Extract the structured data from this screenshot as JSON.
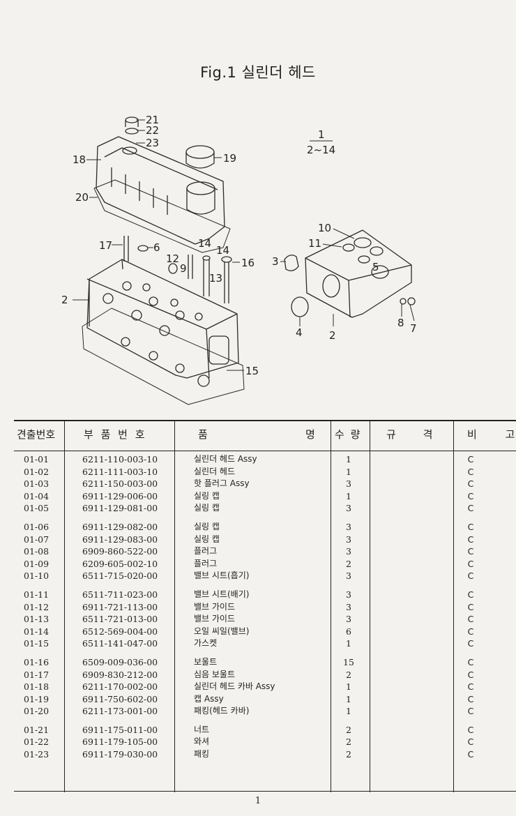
{
  "title": "Fig.1 실린더 헤드",
  "diagram": {
    "callouts": [
      "21",
      "22",
      "23",
      "18",
      "19",
      "20",
      "17",
      "6",
      "14",
      "14",
      "12",
      "9",
      "16",
      "13",
      "2",
      "15",
      "10",
      "11",
      "3",
      "5",
      "8",
      "7",
      "4",
      "2"
    ],
    "ratio_top": "1",
    "ratio_bottom": "2~14"
  },
  "table": {
    "headers": {
      "no": "견출번호",
      "part": "부 품 번 호",
      "name_left": "품",
      "name_right": "명",
      "qty": "수 량",
      "spec": "규 격",
      "note": "비 고"
    },
    "groups": [
      [
        {
          "no": "01-01",
          "part": "6211-110-003-10",
          "name": "실린더 헤드 Assy",
          "qty": "1",
          "note": "C"
        },
        {
          "no": "01-02",
          "part": "6211-111-003-10",
          "name": "실린더 헤드",
          "qty": "1",
          "note": "C"
        },
        {
          "no": "01-03",
          "part": "6211-150-003-00",
          "name": "핫 플러그 Assy",
          "qty": "3",
          "note": "C"
        },
        {
          "no": "01-04",
          "part": "6911-129-006-00",
          "name": "실링 캡",
          "qty": "1",
          "note": "C"
        },
        {
          "no": "01-05",
          "part": "6911-129-081-00",
          "name": "실링 캡",
          "qty": "3",
          "note": "C"
        }
      ],
      [
        {
          "no": "01-06",
          "part": "6911-129-082-00",
          "name": "실링 캡",
          "qty": "3",
          "note": "C"
        },
        {
          "no": "01-07",
          "part": "6911-129-083-00",
          "name": "실링 캡",
          "qty": "3",
          "note": "C"
        },
        {
          "no": "01-08",
          "part": "6909-860-522-00",
          "name": "플러그",
          "qty": "3",
          "note": "C"
        },
        {
          "no": "01-09",
          "part": "6209-605-002-10",
          "name": "플러그",
          "qty": "2",
          "note": "C"
        },
        {
          "no": "01-10",
          "part": "6511-715-020-00",
          "name": "밸브 시트(흡기)",
          "qty": "3",
          "note": "C"
        }
      ],
      [
        {
          "no": "01-11",
          "part": "6511-711-023-00",
          "name": "밸브 시트(배기)",
          "qty": "3",
          "note": "C"
        },
        {
          "no": "01-12",
          "part": "6911-721-113-00",
          "name": "밸브 가이드",
          "qty": "3",
          "note": "C"
        },
        {
          "no": "01-13",
          "part": "6511-721-013-00",
          "name": "밸브 가이드",
          "qty": "3",
          "note": "C"
        },
        {
          "no": "01-14",
          "part": "6512-569-004-00",
          "name": "오일 씨일(밸브)",
          "qty": "6",
          "note": "C"
        },
        {
          "no": "01-15",
          "part": "6511-141-047-00",
          "name": "가스켓",
          "qty": "1",
          "note": "C"
        }
      ],
      [
        {
          "no": "01-16",
          "part": "6509-009-036-00",
          "name": "보울트",
          "qty": "15",
          "note": "C"
        },
        {
          "no": "01-17",
          "part": "6909-830-212-00",
          "name": "심음 보울트",
          "qty": "2",
          "note": "C"
        },
        {
          "no": "01-18",
          "part": "6211-170-002-00",
          "name": "실린더 헤드 카바 Assy",
          "qty": "1",
          "note": "C"
        },
        {
          "no": "01-19",
          "part": "6911-750-602-00",
          "name": "캡 Assy",
          "qty": "1",
          "note": "C"
        },
        {
          "no": "01-20",
          "part": "6211-173-001-00",
          "name": "패킹(헤드 카바)",
          "qty": "1",
          "note": "C"
        }
      ],
      [
        {
          "no": "01-21",
          "part": "6911-175-011-00",
          "name": "너트",
          "qty": "2",
          "note": "C"
        },
        {
          "no": "01-22",
          "part": "6911-179-105-00",
          "name": "와셔",
          "qty": "2",
          "note": "C"
        },
        {
          "no": "01-23",
          "part": "6911-179-030-00",
          "name": "패킹",
          "qty": "2",
          "note": "C"
        }
      ]
    ]
  },
  "page_number": "1"
}
